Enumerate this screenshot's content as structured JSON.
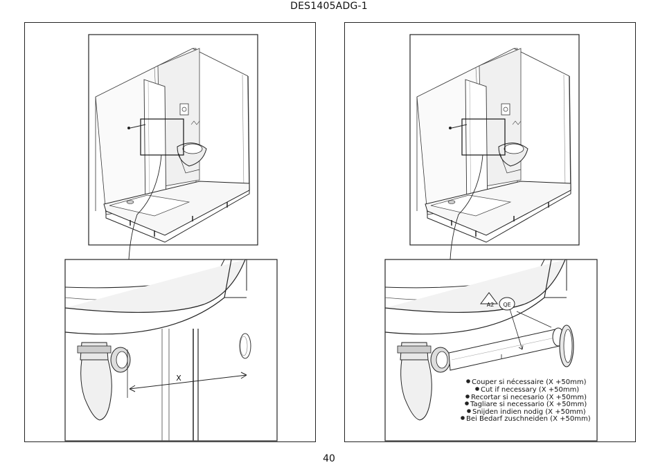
{
  "header": {
    "doc_code": "DES1405ADG-1"
  },
  "footer": {
    "page_number": "40"
  },
  "left_panel": {
    "dimension_label": "X"
  },
  "right_panel": {
    "part_codes": [
      "A2",
      "QE"
    ],
    "cut_instructions": [
      {
        "lang_icon": "fr-dot",
        "text": "Couper si nécessaire (X +50mm)"
      },
      {
        "lang_icon": "en-dot",
        "text": "Cut if necessary (X +50mm)"
      },
      {
        "lang_icon": "es-dot",
        "text": "Recortar si necesario (X +50mm)"
      },
      {
        "lang_icon": "it-dot",
        "text": "Tagliare si necessario (X +50mm)"
      },
      {
        "lang_icon": "nl-dot",
        "text": "Snijden indien nodig (X +50mm)"
      },
      {
        "lang_icon": "de-dot",
        "text": "Bei Bedarf zuschneiden (X +50mm)"
      }
    ]
  }
}
